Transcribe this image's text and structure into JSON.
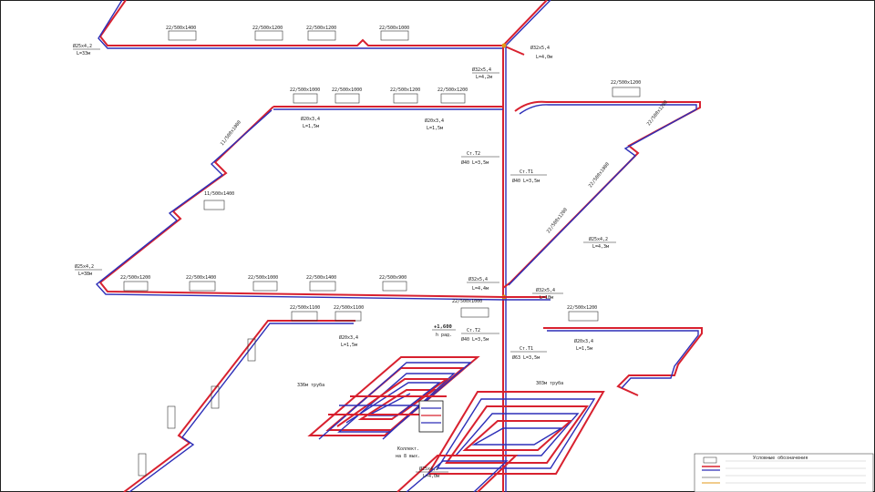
{
  "colors": {
    "supply": "#d8212f",
    "return": "#2d2fb8",
    "accent": "#e86aa0",
    "frame": "#222222",
    "node": "#e39a18"
  },
  "labels": {
    "top_left_pipe": "Ø25х4,2",
    "top_left_len": "L=33м",
    "top_right_pipe": "Ø32х5,4",
    "top_right_len": "L=4,0м",
    "riser_top_pipe": "Ø32х5,4",
    "riser_top_len": "L=4,2м",
    "top_rad1": "22/500х1400",
    "top_rad2": "22/500х1200",
    "top_rad3": "22/500х1200",
    "top_rad4": "22/500х1000",
    "mid_rad1": "22/500х1000",
    "mid_rad2": "22/500х1000",
    "mid_rad3": "22/500х1200",
    "mid_rad4": "22/500х1200",
    "mid_rad5": "22/500х1200",
    "mid_pipe_a": "Ø20х3,4",
    "mid_len_a": "L=1,5м",
    "mid_pipe_b": "Ø20х3,4",
    "mid_len_b": "L=1,5м",
    "mid_left_rad1": "11/500х1000",
    "mid_left_rad2": "11/500х1400",
    "mid_right_rad1": "22/500х1200",
    "mid_right_rad2": "22/500х1000",
    "mid_right_rad3": "22/500х1200",
    "st_t2": "Ст.Т2",
    "st_t2_spec": "Ø40 L=3,5м",
    "st_t1": "Ст.Т1",
    "st_t1_spec": "Ø40 L=3,5м",
    "right_pipe": "Ø25х4,2",
    "right_len": "L=4,3м",
    "lower_left_pipe": "Ø25х4,2",
    "lower_left_len": "L=38м",
    "low_rad1": "22/500х1200",
    "low_rad2": "22/500х1400",
    "low_rad3": "22/500х1000",
    "low_rad4": "22/500х1400",
    "low_rad5": "22/500х900",
    "low_riser_pipe": "Ø32х5,4",
    "low_riser_len": "L=4,4м",
    "low_right_pipe": "Ø32х5,4",
    "low_right_len": "L=18м",
    "low_center_rad": "22/500х1000",
    "elevation": "+1,600",
    "elevation_sub": "h рад.",
    "st_t2b": "Ст.Т2",
    "st_t2b_spec": "Ø40 L=3,5м",
    "st_t1b": "Ст.Т1",
    "st_t1b_spec": "Ø63 L=3,5м",
    "bottom_rad1": "22/500х1100",
    "bottom_rad2": "22/500х1100",
    "bottom_pipe": "Ø20х3,4",
    "bottom_len": "L=1,5м",
    "bottom_right_rad": "22/500х1200",
    "bottom_right_pipe": "Ø20х3,4",
    "bottom_right_len": "L=1,5м",
    "loop_left": "336м труба",
    "loop_right": "303м труба",
    "manifold1": "Коллект.",
    "manifold2": "на 8 вых.",
    "bottom_center_pipe": "Ø25х4,2",
    "bottom_center_len": "L=4,0м",
    "legend_title": "Условные обозначения"
  }
}
